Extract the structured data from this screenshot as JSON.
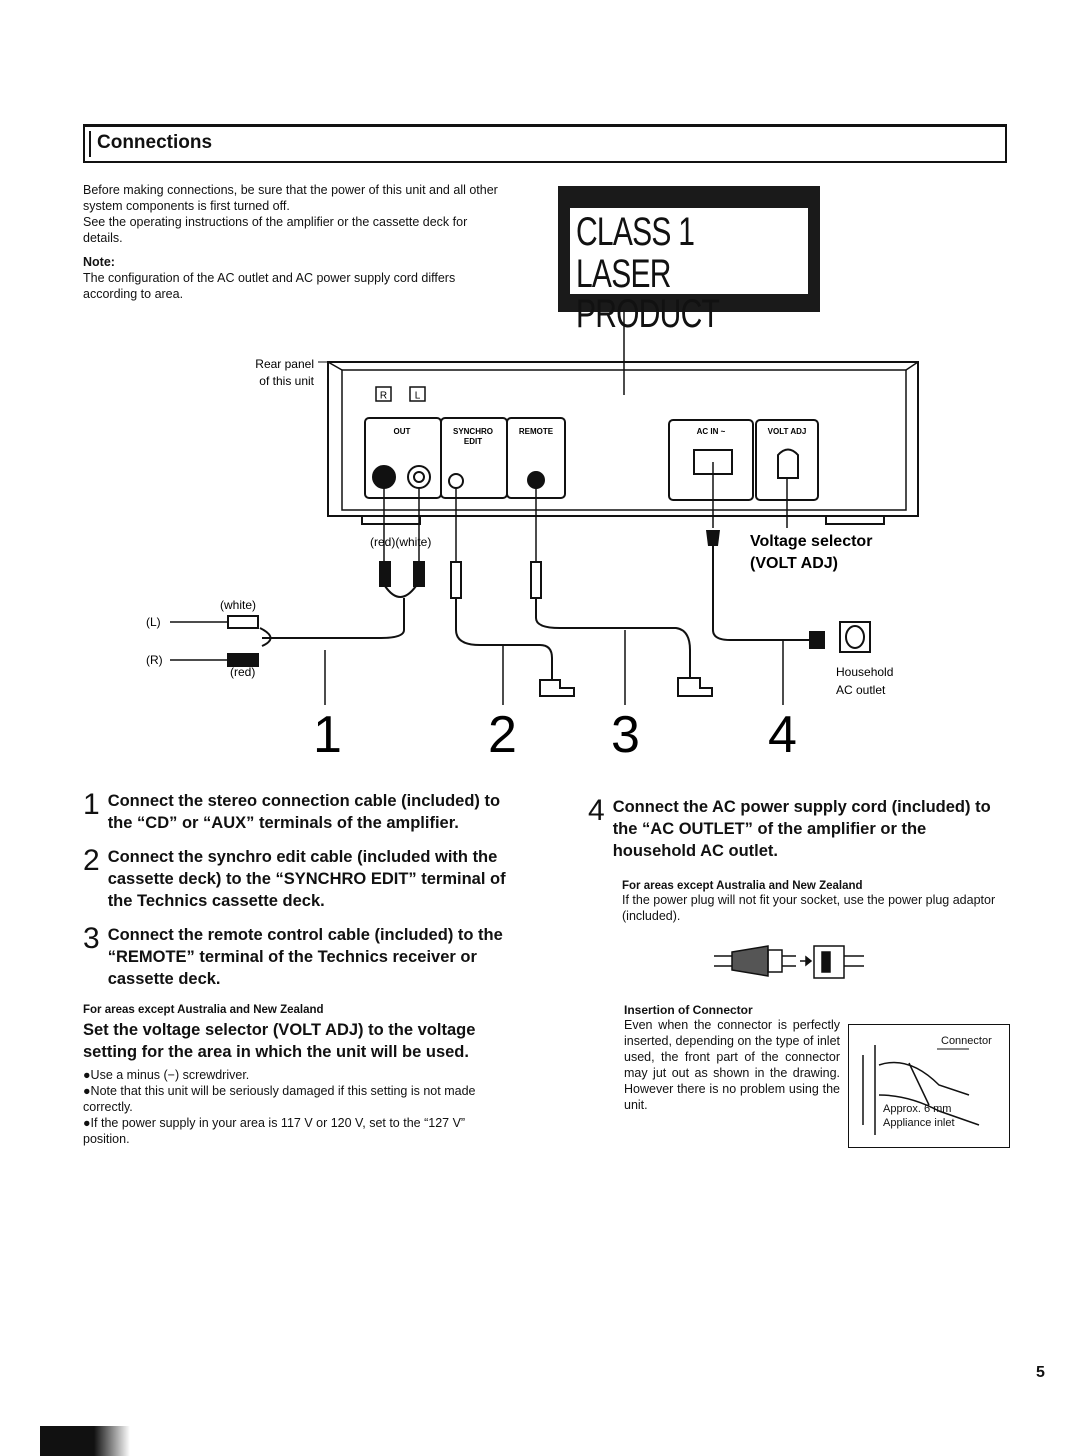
{
  "header": {
    "title": "Connections"
  },
  "intro": {
    "p1": "Before making connections, be sure that the power of this unit and all other system components is first turned off.",
    "p2": "See the operating instructions of the amplifier or the cassette deck for details.",
    "note_label": "Note:",
    "note_text": "The configuration of the AC outlet and AC power supply cord differs according to area."
  },
  "laser_label": {
    "line1": "CLASS 1",
    "line2": "LASER PRODUCT"
  },
  "diagram": {
    "rear_panel_line1": "Rear panel",
    "rear_panel_line2": "of this unit",
    "r_badge": "R",
    "l_badge": "L",
    "out": "OUT",
    "synchro_line1": "SYNCHRO",
    "synchro_line2": "EDIT",
    "remote": "REMOTE",
    "ac_in": "AC IN ~",
    "volt_adj": "VOLT ADJ",
    "red_white": "(red)(white)",
    "voltage_selector": "Voltage selector",
    "volt_adj_paren": "(VOLT ADJ)",
    "white": "(white)",
    "l": "(L)",
    "r": "(R)",
    "red": "(red)",
    "household": "Household",
    "ac_outlet": "AC outlet",
    "num1": "1",
    "num2": "2",
    "num3": "3",
    "num4": "4"
  },
  "steps": {
    "s1_num": "1",
    "s1_text": "Connect the stereo connection cable (included) to the “CD” or “AUX” terminals of the amplifier.",
    "s2_num": "2",
    "s2_text": "Connect the synchro edit cable (included with the cassette deck) to the “SYNCHRO EDIT” terminal of the Technics cassette deck.",
    "s3_num": "3",
    "s3_text": "Connect the remote control cable (included) to the “REMOTE” terminal of the Technics receiver or cassette deck.",
    "s4_num": "4",
    "s4_text": "Connect the AC power supply cord (included) to the “AC OUTLET” of the amplifier or the household AC outlet."
  },
  "voltage": {
    "area_note": "For areas except Australia and New Zealand",
    "heading": "Set the voltage selector (VOLT ADJ) to the voltage setting for the area in which the unit will be used.",
    "b1": "●Use a minus (−) screwdriver.",
    "b2": "●Note that this unit will be seriously damaged if this setting is not made correctly.",
    "b3": "●If the power supply in your area is 117 V or 120 V, set to the “127 V” position."
  },
  "plug": {
    "area_note": "For areas except Australia and New Zealand",
    "text": "If the power plug will not fit your socket, use the power plug adaptor (included)."
  },
  "insertion": {
    "title": "Insertion of Connector",
    "text": "Even when the connector is perfectly inserted, depending on the type of inlet used, the front part of the connector may jut out as shown in the drawing. However there is no problem using the unit.",
    "connector": "Connector",
    "approx": "Approx. 6 mm",
    "inlet": "Appliance inlet"
  },
  "page_number": "5"
}
